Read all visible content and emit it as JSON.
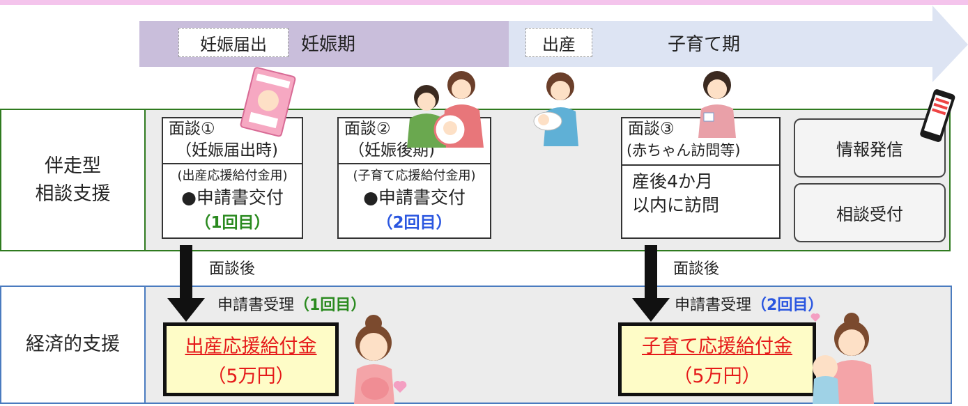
{
  "timeline": {
    "box_pregnancy_report": "妊娠届出",
    "pregnancy_period": "妊娠期",
    "box_birth": "出産",
    "childcare_period": "子育て期",
    "colors": {
      "pregnancy": "#c9bedb",
      "childcare": "#dde4f3"
    }
  },
  "companion_support": {
    "label_line1": "伴走型",
    "label_line2": "相談支援",
    "border_color": "#2f7a1f",
    "interview1": {
      "title_line1": "面談①",
      "title_line2": "（妊娠届出時)",
      "sub": "(出産応援給付金用)",
      "action": "●申請書交付",
      "count": "（1回目）"
    },
    "interview2": {
      "title_line1": "面談②",
      "title_line2": "（妊娠後期)",
      "sub": "(子育て応援給付金用)",
      "action": "●申請書交付",
      "count": "（2回目）"
    },
    "interview3": {
      "title_line1": "面談③",
      "title_line2": "(赤ちゃん訪問等)",
      "detail_line1": "産後4か月",
      "detail_line2": "以内に訪問"
    },
    "info_button": "情報発信",
    "consult_button": "相談受付"
  },
  "flow": {
    "after_interview_left": "面談後",
    "after_interview_right": "面談後",
    "receipt_left": "申請書受理",
    "receipt_left_count": "（1回目）",
    "receipt_right": "申請書受理",
    "receipt_right_count": "（2回目）"
  },
  "economic_support": {
    "label": "経済的支援",
    "border_color": "#4a7bbf",
    "birth_benefit_name": "出産応援給付金",
    "birth_benefit_amount": "（5万円）",
    "childcare_benefit_name": "子育て応援給付金",
    "childcare_benefit_amount": "（5万円）"
  },
  "icons": [
    "maternal-handbook-icon",
    "family-with-baby-icon",
    "nurse-holding-baby-icon",
    "health-worker-icon",
    "smartphone-icon",
    "pregnant-woman-icon",
    "mother-with-baby-icon",
    "heart-icon"
  ]
}
